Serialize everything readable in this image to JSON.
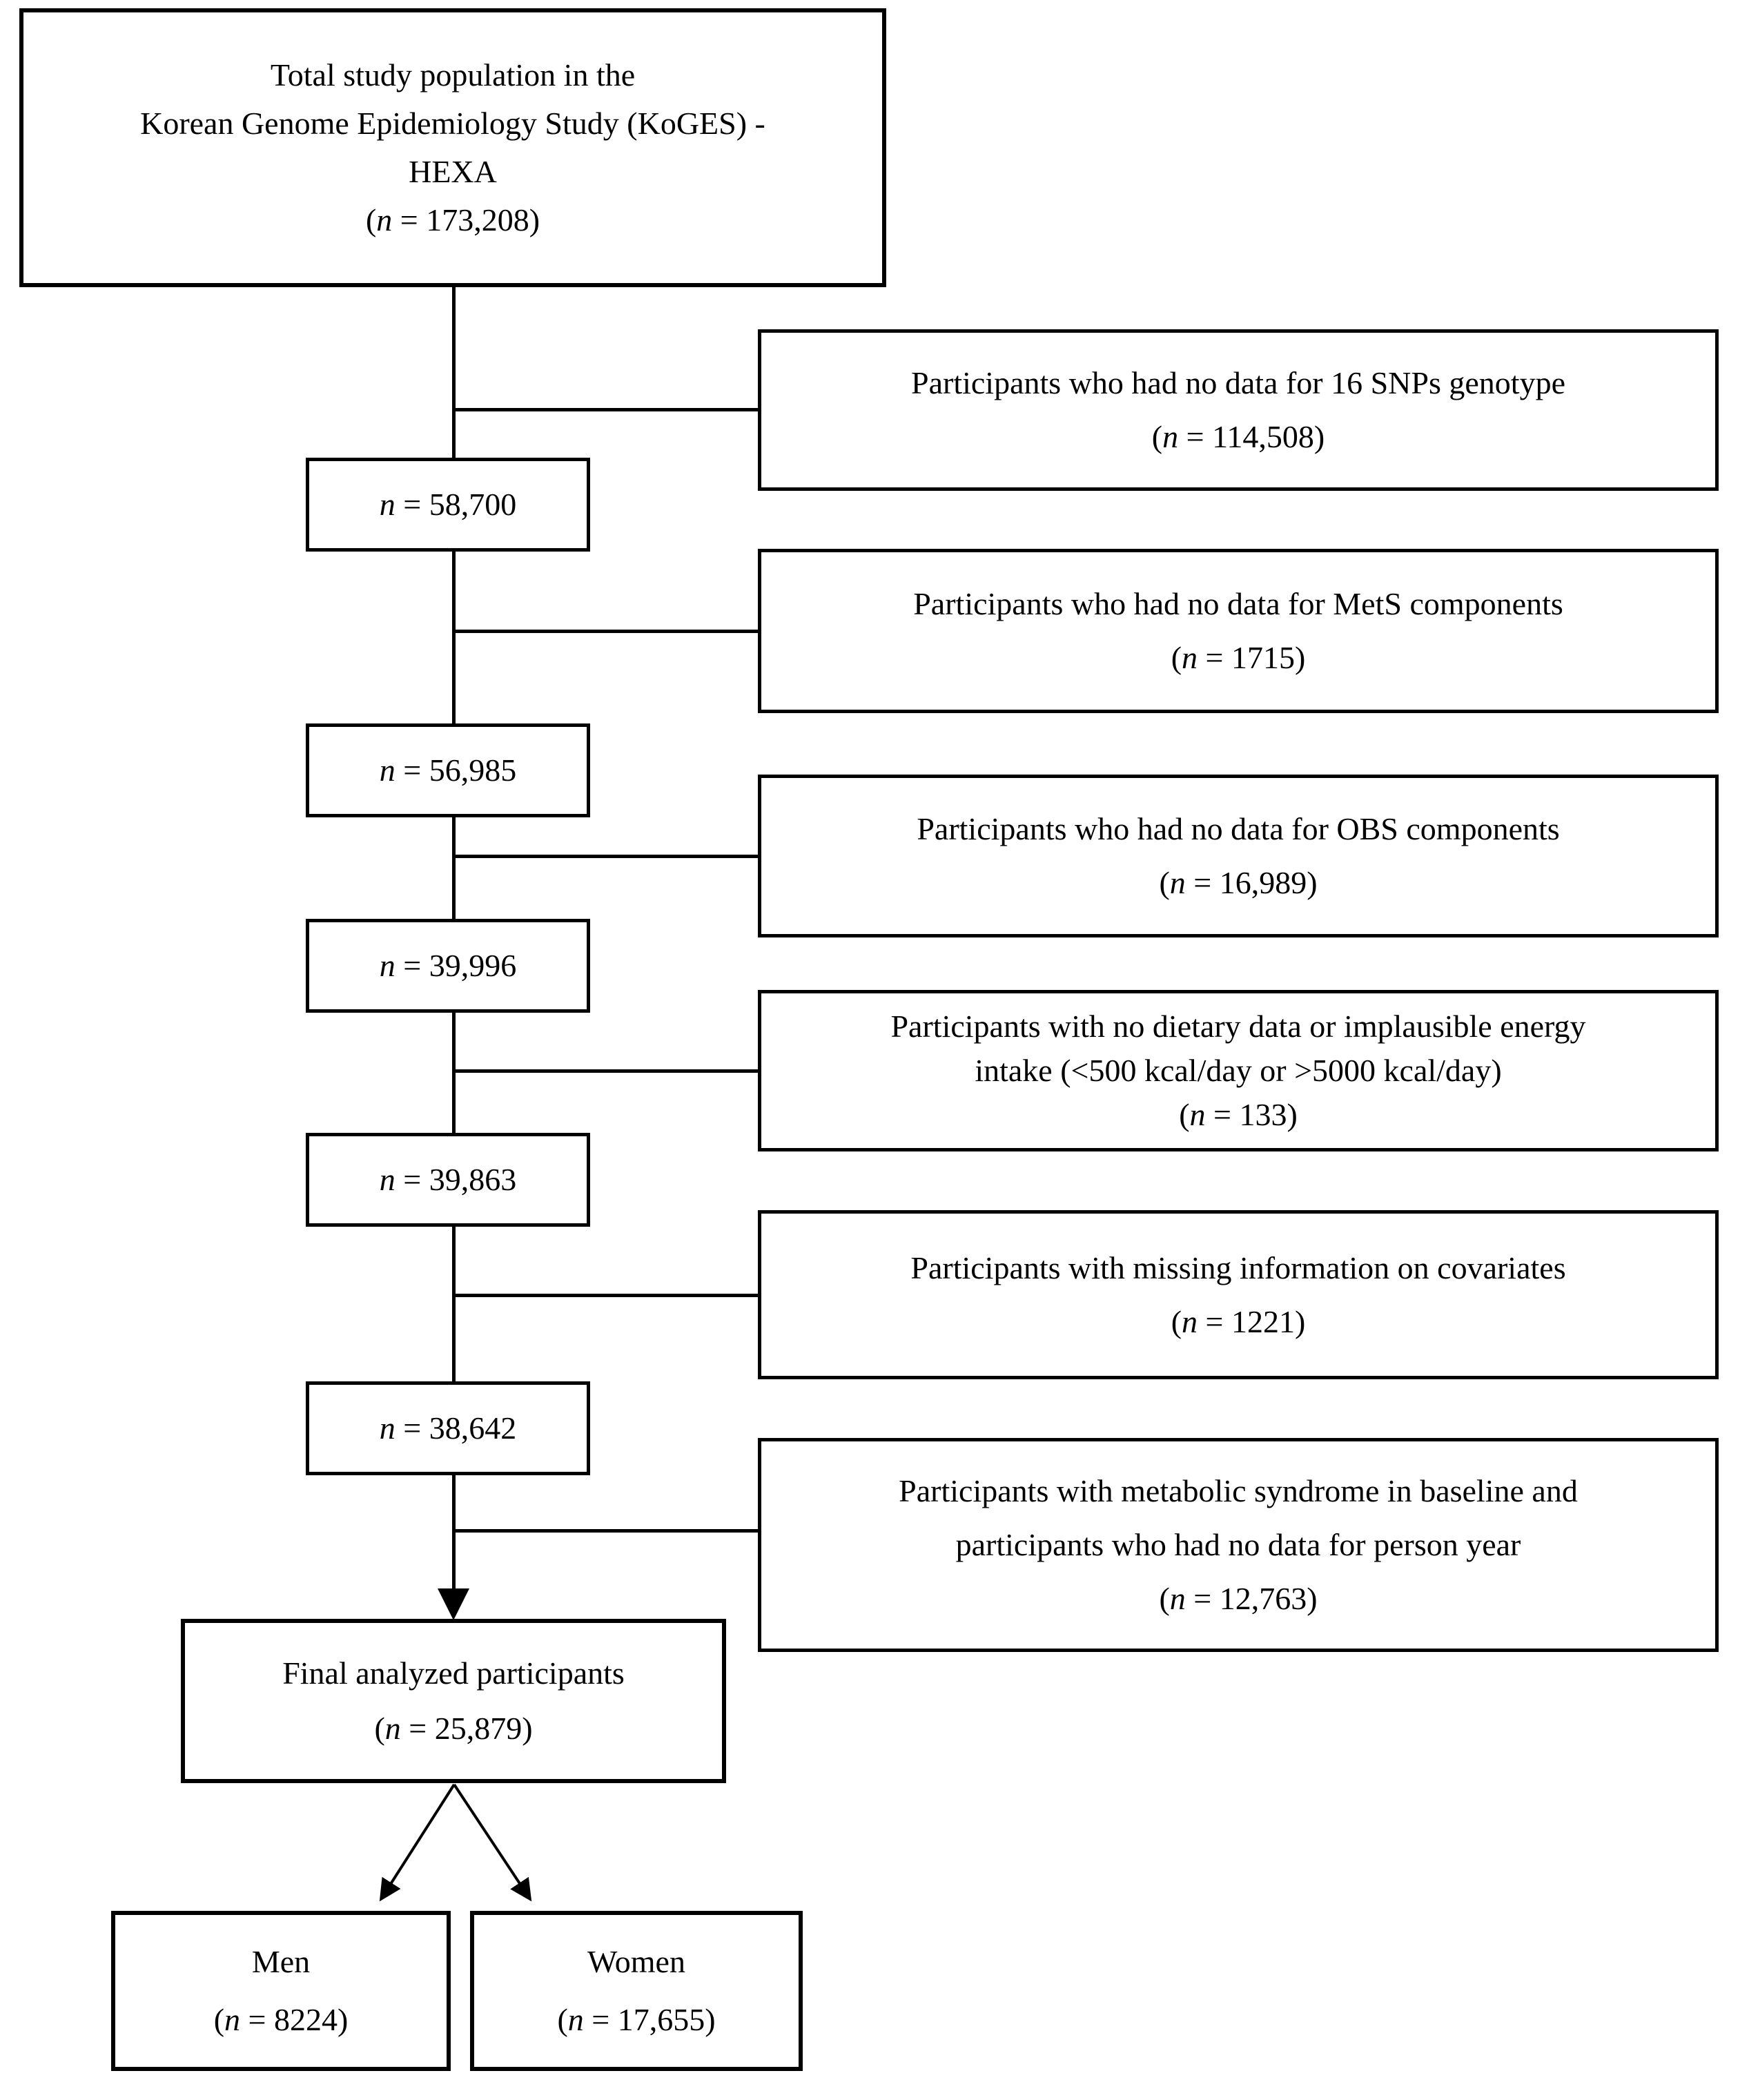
{
  "top_box": {
    "line1": "Total study population in the",
    "line2": "Korean Genome Epidemiology Study (KoGES) -",
    "line3": "HEXA",
    "n_label": "(n = 173,208)"
  },
  "trunk_counts": [
    "n = 58,700",
    "n = 56,985",
    "n = 39,996",
    "n = 39,863",
    "n = 38,642"
  ],
  "exclusions": [
    {
      "line1": "Participants who had no data for 16 SNPs genotype",
      "n_label": "(n = 114,508)"
    },
    {
      "line1": "Participants who had no data for MetS components",
      "n_label": "(n = 1715)"
    },
    {
      "line1": "Participants who had no data for OBS components",
      "n_label": "(n = 16,989)"
    },
    {
      "line1": "Participants with no dietary data or implausible energy",
      "line2": "intake (<500 kcal/day or >5000 kcal/day)",
      "n_label": "(n = 133)"
    },
    {
      "line1": "Participants with missing information on covariates",
      "n_label": "(n = 1221)"
    },
    {
      "line1": "Participants with metabolic syndrome in baseline and",
      "line2": "participants who had no data for person year",
      "n_label": "(n = 12,763)"
    }
  ],
  "final_box": {
    "label": "Final analyzed participants",
    "n_label": "(n = 25,879)"
  },
  "men_box": {
    "label": "Men",
    "n_label": "(n = 8224)"
  },
  "women_box": {
    "label": "Women",
    "n_label": "(n = 17,655)"
  }
}
